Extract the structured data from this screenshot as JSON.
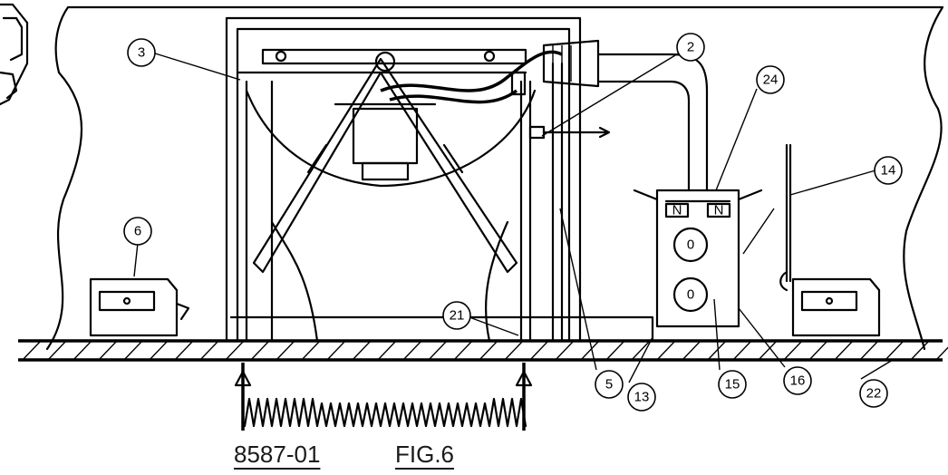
{
  "caption": {
    "part_number": "8587-01",
    "figure": "FIG.6"
  },
  "callouts": [
    "3",
    "2",
    "24",
    "14",
    "6",
    "21",
    "5",
    "13",
    "15",
    "16",
    "22"
  ],
  "box_markings": {
    "neutral": "N",
    "knockout": "0"
  },
  "colors": {
    "line": "#000000",
    "background": "#ffffff"
  }
}
